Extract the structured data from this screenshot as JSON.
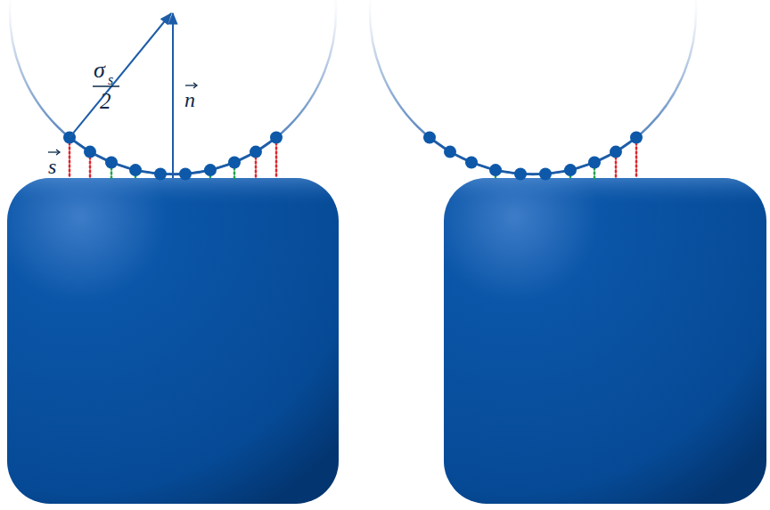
{
  "diagram": {
    "labels": [
      "σ",
      "s",
      "2",
      "n",
      "s"
    ]
  }
}
